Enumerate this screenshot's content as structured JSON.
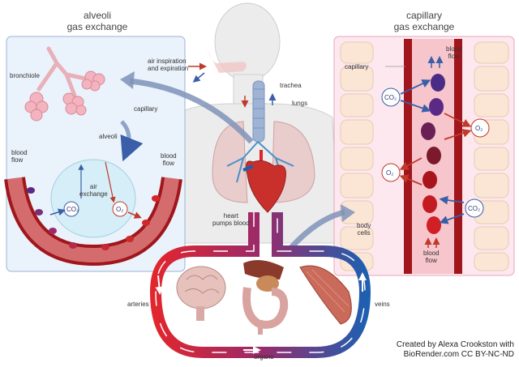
{
  "panels": {
    "left_title_line1": "alveoli",
    "left_title_line2": "gas exchange",
    "right_title_line1": "capillary",
    "right_title_line2": "gas exchange"
  },
  "labels": {
    "bronchiole": "bronchiole",
    "capillary_left": "capillary",
    "alveoli": "alveoli",
    "blood_flow_left_1": "blood",
    "blood_flow_left_2": "flow",
    "blood_flow_right_1": "blood",
    "blood_flow_right_2": "flow",
    "air_exchange_1": "air",
    "air_exchange_2": "exchange",
    "air_inspiration_1": "air inspiration",
    "air_inspiration_2": "and expiration",
    "trachea": "trachea",
    "lungs": "lungs",
    "heart_1": "heart",
    "heart_2": "pumps blood",
    "arteries": "arteries",
    "veins": "veins",
    "organs": "organs",
    "capillary_right": "capillary",
    "cap_blood_flow_top_1": "blood",
    "cap_blood_flow_top_2": "flow",
    "cap_blood_flow_bottom_1": "blood",
    "cap_blood_flow_bottom_2": "flow",
    "body_cells_1": "body",
    "body_cells_2": "cells"
  },
  "gases": {
    "co2": "CO2",
    "o2": "O2"
  },
  "credit": {
    "line1": "Created by Alexa Crookston with",
    "line2": "BioRender.com CC BY-NC-ND"
  },
  "colors": {
    "oxygenated": "#d9252b",
    "deoxygenated": "#1f5fb0",
    "left_panel_bg": "#eaf2fb",
    "right_panel_bg": "#fce8ee",
    "pointer_arrow": "#7f93b8"
  }
}
